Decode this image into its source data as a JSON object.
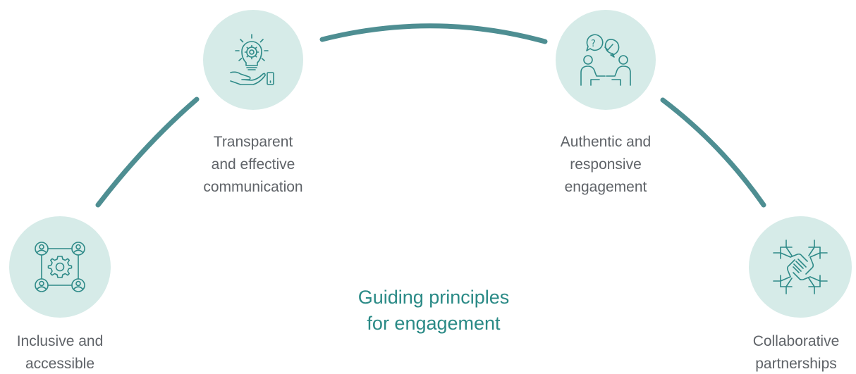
{
  "title": {
    "line1": "Guiding principles",
    "line2": "for engagement"
  },
  "principles": [
    {
      "line1": "Inclusive and",
      "line2": "accessible",
      "line3": "",
      "icon": "people-gear-network-icon"
    },
    {
      "line1": "Transparent",
      "line2": "and effective",
      "line3": "communication",
      "icon": "lightbulb-hand-icon"
    },
    {
      "line1": "Authentic and",
      "line2": "responsive",
      "line3": "engagement",
      "icon": "dialogue-people-icon"
    },
    {
      "line1": "Collaborative",
      "line2": "partnerships",
      "line3": "",
      "icon": "joined-hands-icon"
    }
  ],
  "colors": {
    "circle_fill": "#d6ebe8",
    "arc": "#4e8e92",
    "icon": "#2e8a88",
    "title": "#2a8a86",
    "label": "#5f6368"
  }
}
